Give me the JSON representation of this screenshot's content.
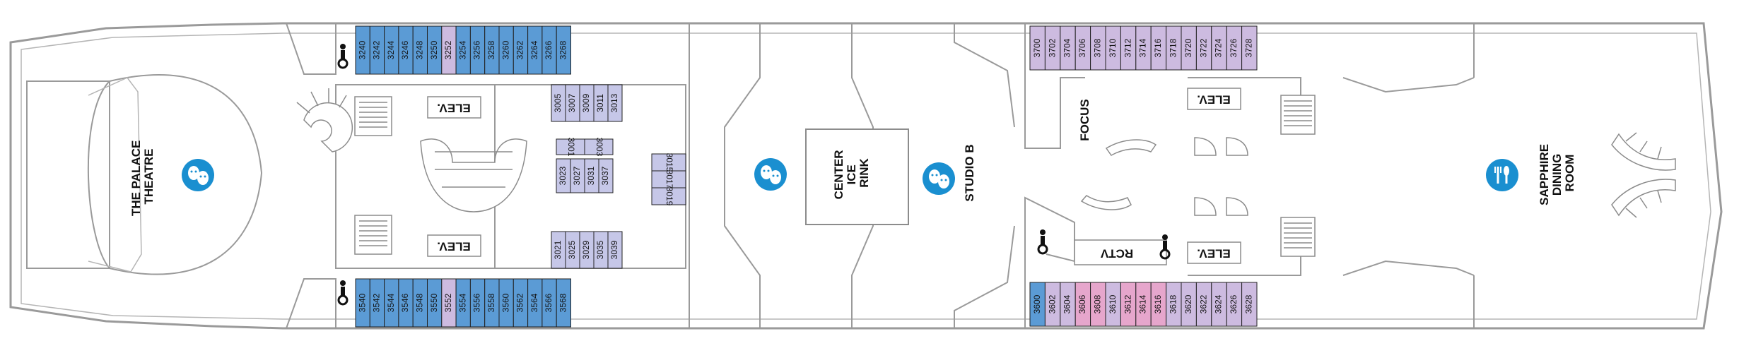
{
  "colors": {
    "outline": "#9a9a9a",
    "wall": "#8c8c8c",
    "balcony": "#5b9bd5",
    "interior": "#c6c7e8",
    "suite_purple": "#cdbbe0",
    "pink": "#e6a6cc",
    "icon_bg": "#1a8fd0",
    "text": "#111111"
  },
  "venues": {
    "theatre": [
      "THE PALACE",
      "THEATRE"
    ],
    "rink": [
      "CENTER",
      "ICE",
      "RINK"
    ],
    "studio": "STUDIO B",
    "focus": "FOCUS",
    "dining": [
      "SAPPHIRE",
      "DINING",
      "ROOM"
    ],
    "elev": "ELEV.",
    "rctv": "RCTV"
  },
  "icons": {
    "theatre": "show-icon",
    "rink": "show-icon",
    "studio": "show-icon",
    "dining": "dining-icon",
    "stairs": "stairs-icon",
    "elevator": "elevator-icon",
    "connecting": "connecting-door-icon",
    "accessible": "accessible-icon"
  },
  "cabins": {
    "top_fwd": [
      "3240",
      "3242",
      "3244",
      "3246",
      "3248",
      "3250",
      "3252",
      "3254",
      "3256",
      "3258",
      "3260",
      "3262",
      "3264",
      "3266",
      "3268"
    ],
    "top_fwd_types": [
      "b",
      "b",
      "b",
      "b",
      "b",
      "b",
      "p",
      "b",
      "b",
      "b",
      "b",
      "b",
      "b",
      "b",
      "b"
    ],
    "bot_fwd": [
      "3540",
      "3542",
      "3544",
      "3546",
      "3548",
      "3550",
      "3552",
      "3554",
      "3556",
      "3558",
      "3560",
      "3562",
      "3564",
      "3566",
      "3568"
    ],
    "bot_fwd_types": [
      "b",
      "b",
      "b",
      "b",
      "b",
      "b",
      "p",
      "b",
      "b",
      "b",
      "b",
      "b",
      "b",
      "b",
      "b"
    ],
    "inner_top": [
      "3005",
      "3007",
      "3009",
      "3011",
      "3013"
    ],
    "inner_upper_a": [
      "3001",
      "3003"
    ],
    "inner_mid": [
      "3023",
      "3027",
      "3031",
      "3037"
    ],
    "inner_side": [
      "3015",
      "3017",
      "3019"
    ],
    "inner_bot": [
      "3021",
      "3025",
      "3029",
      "3035",
      "3039"
    ],
    "top_aft": [
      "3700",
      "3702",
      "3704",
      "3706",
      "3708",
      "3710",
      "3712",
      "3714",
      "3716",
      "3718",
      "3720",
      "3722",
      "3724",
      "3726",
      "3728"
    ],
    "bot_aft": [
      "3600",
      "3602",
      "3604",
      "3606",
      "3608",
      "3610",
      "3612",
      "3614",
      "3616",
      "3618",
      "3620",
      "3622",
      "3624",
      "3626",
      "3628"
    ],
    "bot_aft_types": [
      "b",
      "s",
      "s",
      "k",
      "k",
      "s",
      "k",
      "k",
      "k",
      "s",
      "s",
      "s",
      "s",
      "s",
      "s"
    ]
  }
}
